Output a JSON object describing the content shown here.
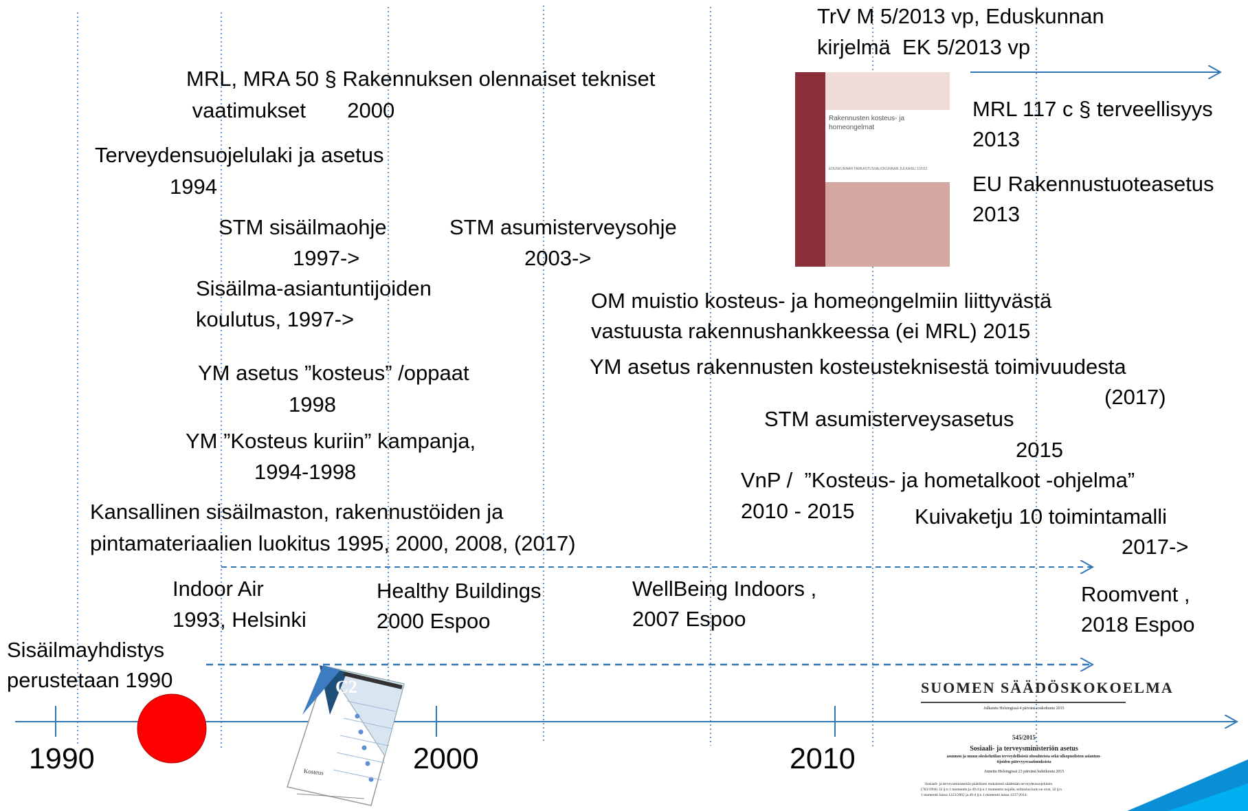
{
  "timeline": {
    "years": [
      "1990",
      "2000",
      "2010"
    ]
  },
  "events": {
    "mrl_mra": {
      "line1": "MRL, MRA 50 § Rakennuksen olennaiset tekniset",
      "line2": " vaatimukset       2000"
    },
    "terveydensuojelulaki": {
      "line1": "Terveydensuojelulaki ja asetus",
      "line2": "1994"
    },
    "stm_sisailma": {
      "line1": "STM sisäilmaohje",
      "line2": "1997->"
    },
    "stm_asumis": {
      "line1": "STM asumisterveysohje",
      "line2": "2003->"
    },
    "koulutus": {
      "line1": "Sisäilma-asiantuntijoiden",
      "line2": "koulutus, 1997->"
    },
    "ym_kosteus": {
      "line1": "YM asetus ”kosteus” /oppaat",
      "line2": "1998"
    },
    "kampanja": {
      "line1": "YM ”Kosteus kuriin” kampanja,",
      "line2": "1994-1998"
    },
    "luokitus": {
      "line1": "Kansallinen sisäilmaston, rakennustöiden ja",
      "line2": "pintamateriaalien luokitus 1995, 2000, 2008, (2017)"
    },
    "indoor_air": {
      "line1": "Indoor Air",
      "line2": "1993, Helsinki"
    },
    "healthy_buildings": {
      "line1": "Healthy Buildings",
      "line2": "2000 Espoo"
    },
    "wellbeing": {
      "line1": "WellBeing Indoors ,",
      "line2": "2007 Espoo"
    },
    "roomvent": {
      "line1": "Roomvent ,",
      "line2": "2018 Espoo"
    },
    "sisailmayhdistys": {
      "line1": "Sisäilmayhdistys",
      "line2": "perustetaan 1990"
    },
    "trv": {
      "line1": "TrV M 5/2013 vp, Eduskunnan",
      "line2": "kirjelmä  EK 5/2013 vp"
    },
    "mrl117": {
      "line1": "MRL 117 c § terveellisyys",
      "line2": "2013"
    },
    "eu": {
      "line1": "EU Rakennustuoteasetus",
      "line2": "2013"
    },
    "om_muistio": {
      "line1": "OM muistio kosteus- ja homeongelmiin liittyvästä",
      "line2": "vastuusta rakennushankkeessa (ei MRL) 2015"
    },
    "ym_toimivuus": {
      "line1": "YM asetus rakennusten kosteusteknisestä toimivuudesta",
      "line2": "(2017)"
    },
    "stm_asetus": {
      "line1": "STM asumisterveysasetus",
      "line2": "2015"
    },
    "vnp": {
      "line1": "VnP /  ”Kosteus- ja hometalkoot -ohjelma”",
      "line2": "2010 - 2015"
    },
    "kuivaketju": {
      "line1": "Kuivaketju 10 toimintamalli",
      "line2": "2017->"
    }
  },
  "report_cover": {
    "title_line1": "Rakennusten kosteus- ja",
    "title_line2": "homeongelmat",
    "subtitle": "EDUSKUNNAN TARKASTUSVALIOKUNNAN JULKAISU 1/2012"
  },
  "c2_booklet": {
    "label": "C2",
    "bottom_label": "Kosteus"
  },
  "statute": {
    "header": "SUOMEN SÄÄDÖSKOKOELMA",
    "published": "Julkaistu Helsingissä 4 päivänä toukokuuta 2015",
    "number": "545/2015",
    "title": "Sosiaali- ja terveysministeriön asetus",
    "subtitle1": "asunnon ja muun oleskelutilan terveydellisistä olosuhteista sekä ulkopuolisten asiantun-",
    "subtitle2": "tijoiden pätevyysvaatimuksista",
    "given": "Annettu Helsingissä 23 päivänä huhtikuuta 2015",
    "body1": "Sosiaali- ja terveysministeriön päätöksen mukaisesti säädetään terveydensuojelulain",
    "body2": "(763/1994) 32 §:n 1 momentin ja 49 d §:n 1 momentin nojalla, sellaisina kuin ne ovat, 32 §:n",
    "body3": "1 momentti laissa 1223/2002 ja 49 d §:n 1 momentti laissa 1237/2014:"
  },
  "colors": {
    "axis": "#2e75b6",
    "guide": "#2e75b6",
    "dot": "#ff0000",
    "cover_dark": "#8b2e3a",
    "cover_light": "#efdbd8",
    "cover_mid": "#d4a7a2",
    "corner": "#0a8fd6"
  }
}
